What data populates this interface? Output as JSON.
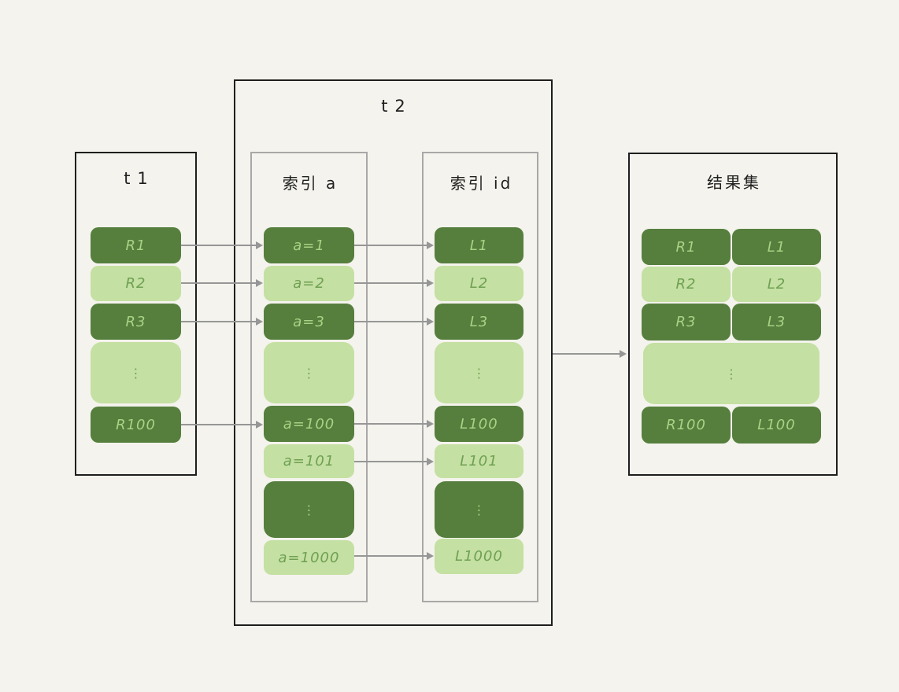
{
  "colors": {
    "background": "#f4f3ed",
    "cell_dark": "#567f3e",
    "cell_light": "#c4e0a2",
    "text_on_dark": "#a9d284",
    "text_on_light": "#6fa053",
    "outer_border": "#1e1e1e",
    "inner_border": "#a8a8a8",
    "arrow": "#969696",
    "title_text": "#1f1f1f"
  },
  "t1": {
    "title": "t1",
    "cells": [
      {
        "label": "R1"
      },
      {
        "label": "R2"
      },
      {
        "label": "R3"
      },
      {
        "label": "⋮"
      },
      {
        "label": "R100"
      }
    ]
  },
  "t2": {
    "title": "t2",
    "index_a": {
      "title": "索引 a",
      "cells": [
        {
          "label": "a=1"
        },
        {
          "label": "a=2"
        },
        {
          "label": "a=3"
        },
        {
          "label": "⋮"
        },
        {
          "label": "a=100"
        },
        {
          "label": "a=101"
        },
        {
          "label": "⋮"
        },
        {
          "label": "a=1000"
        }
      ]
    },
    "index_id": {
      "title": "索引 id",
      "cells": [
        {
          "label": "L1"
        },
        {
          "label": "L2"
        },
        {
          "label": "L3"
        },
        {
          "label": "⋮"
        },
        {
          "label": "L100"
        },
        {
          "label": "L101"
        },
        {
          "label": "⋮"
        },
        {
          "label": "L1000"
        }
      ]
    }
  },
  "result": {
    "title": "结果集",
    "rows": [
      {
        "left": "R1",
        "right": "L1"
      },
      {
        "left": "R2",
        "right": "L2"
      },
      {
        "left": "R3",
        "right": "L3"
      },
      {
        "dots": "⋮"
      },
      {
        "left": "R100",
        "right": "L100"
      }
    ]
  }
}
